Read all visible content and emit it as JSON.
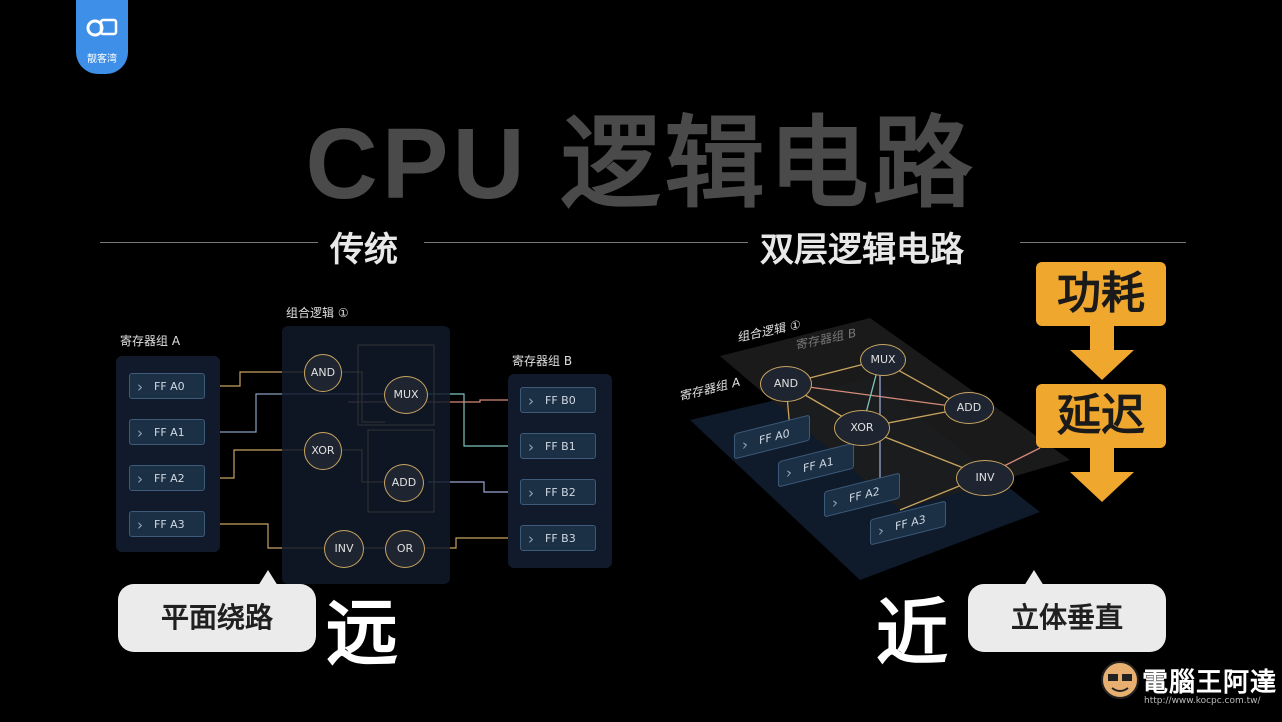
{
  "logo": {
    "text": "靓客湾"
  },
  "title": "CPU 逻辑电路",
  "sections": {
    "left": "传统",
    "right": "双层逻辑电路"
  },
  "traditional": {
    "group_a_label": "寄存器组 A",
    "group_b_label": "寄存器组 B",
    "logic_label": "组合逻辑 ①",
    "ff_a": [
      "FF A0",
      "FF A1",
      "FF A2",
      "FF A3"
    ],
    "ff_b": [
      "FF B0",
      "FF B1",
      "FF B2",
      "FF B3"
    ],
    "gates": {
      "and": "AND",
      "mux": "MUX",
      "xor": "XOR",
      "add": "ADD",
      "inv": "INV",
      "or": "OR"
    }
  },
  "dual_layer": {
    "logic_label": "组合逻辑 ①",
    "group_b_label": "寄存器组 B",
    "group_a_label": "寄存器组 A",
    "ff_a": [
      "FF A0",
      "FF A1",
      "FF A2",
      "FF A3"
    ],
    "gates": {
      "and": "AND",
      "mux": "MUX",
      "xor": "XOR",
      "add": "ADD",
      "inv": "INV"
    }
  },
  "callouts": {
    "left_pill": "平面绕路",
    "left_char": "远",
    "right_char": "近",
    "right_pill": "立体垂直",
    "power": "功耗",
    "delay": "延迟"
  },
  "watermark": {
    "brand": "電腦王阿達",
    "url": "http://www.kocpc.com.tw/"
  },
  "colors": {
    "accent_orange": "#f0a72e",
    "logo_blue": "#3d8fe8",
    "gate_border": "#c9a460"
  }
}
